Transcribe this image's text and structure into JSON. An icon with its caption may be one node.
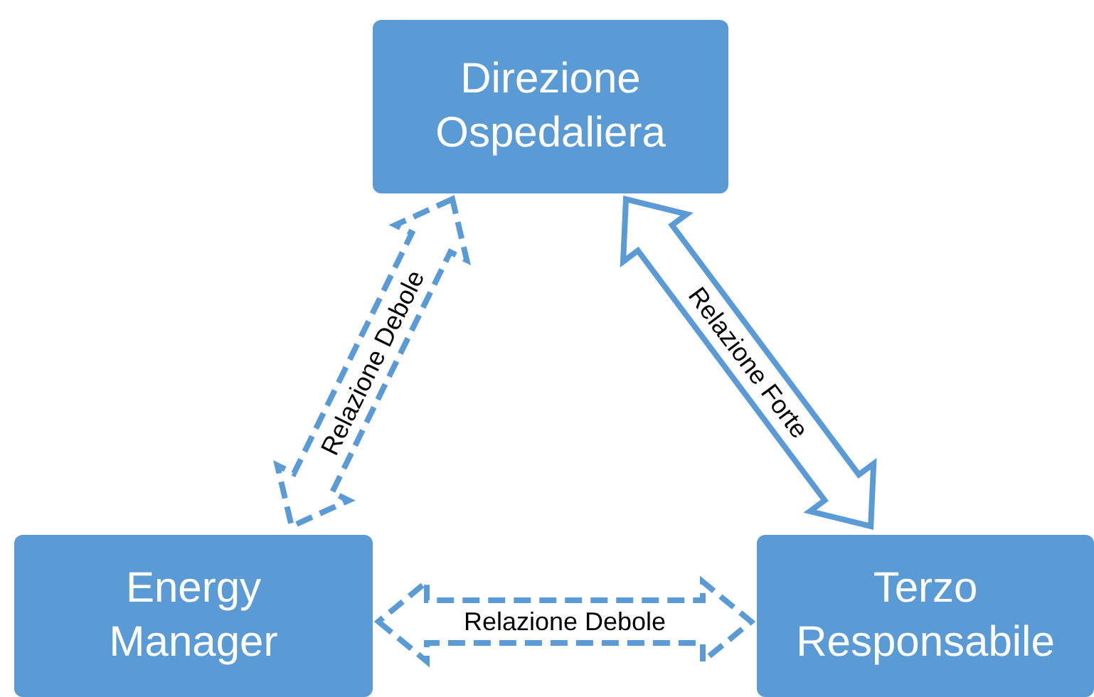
{
  "diagram": {
    "nodes": [
      {
        "text": [
          "Direzione Ospedaliera"
        ]
      },
      {
        "text": [
          "Energy Manager"
        ]
      },
      {
        "text": [
          "Terzo Responsabile"
        ]
      }
    ],
    "edges": [
      {
        "from": 0,
        "to": 1,
        "arrow": "both",
        "label": "Relazione Debole",
        "style": "dashed"
      },
      {
        "from": 0,
        "to": 2,
        "arrow": "both",
        "label": "Relazione Forte"
      },
      {
        "from": 1,
        "to": 2,
        "arrow": "both",
        "label": "Relazione Debole",
        "style": "dashed"
      }
    ]
  }
}
